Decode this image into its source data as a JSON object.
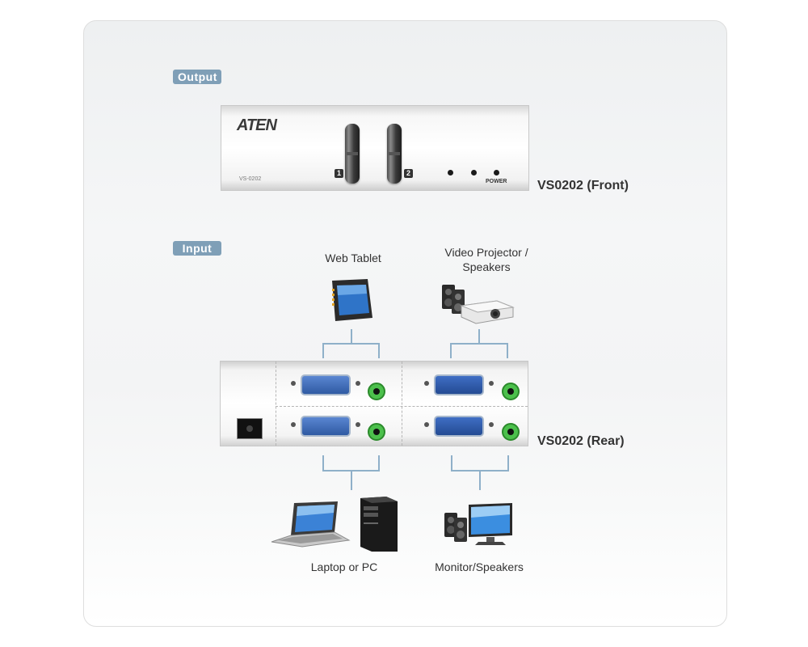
{
  "tags": {
    "output": "Output",
    "input": "Input"
  },
  "front": {
    "logo": "ATEN",
    "model_small": "VS-0202",
    "button1": "1",
    "button2": "2",
    "power": "POWER",
    "title": "VS0202 (Front)"
  },
  "rear": {
    "title": "VS0202 (Rear)"
  },
  "devices": {
    "web_tablet": "Web Tablet",
    "projector_line1": "Video Projector /",
    "projector_line2": "Speakers",
    "laptop_pc": "Laptop or PC",
    "monitor_speakers": "Monitor/Speakers"
  },
  "colors": {
    "tag_bg": "#7f9fb7",
    "line": "#8fb0c9",
    "vga_blue": "#2f5aa3",
    "audio_green": "#4cc04c"
  },
  "icons": [
    "web-tablet-icon",
    "projector-icon",
    "speakers-icon",
    "laptop-icon",
    "pc-tower-icon",
    "monitor-icon",
    "vga-port-icon",
    "audio-jack-icon",
    "dc-power-jack-icon"
  ]
}
